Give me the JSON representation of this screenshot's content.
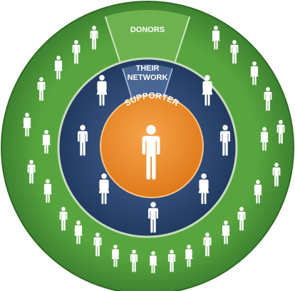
{
  "diagram": {
    "labels": {
      "outer": "DONORS",
      "middle_line1": "THEIR",
      "middle_line2": "NETWORK",
      "center": "SUPPORTER"
    },
    "colors": {
      "outer_ring": "#4f9a3a",
      "outer_ring_dark": "#3c7f2c",
      "donors_tab": "#6db04f",
      "middle_ring": "#2d4771",
      "network_tab": "#48648f",
      "center_disc": "#e98324",
      "center_disc_light": "#f39a3c",
      "figure": "#ffffff",
      "separator": "#d9ead0"
    },
    "icons": {
      "person": "person-icon"
    }
  }
}
